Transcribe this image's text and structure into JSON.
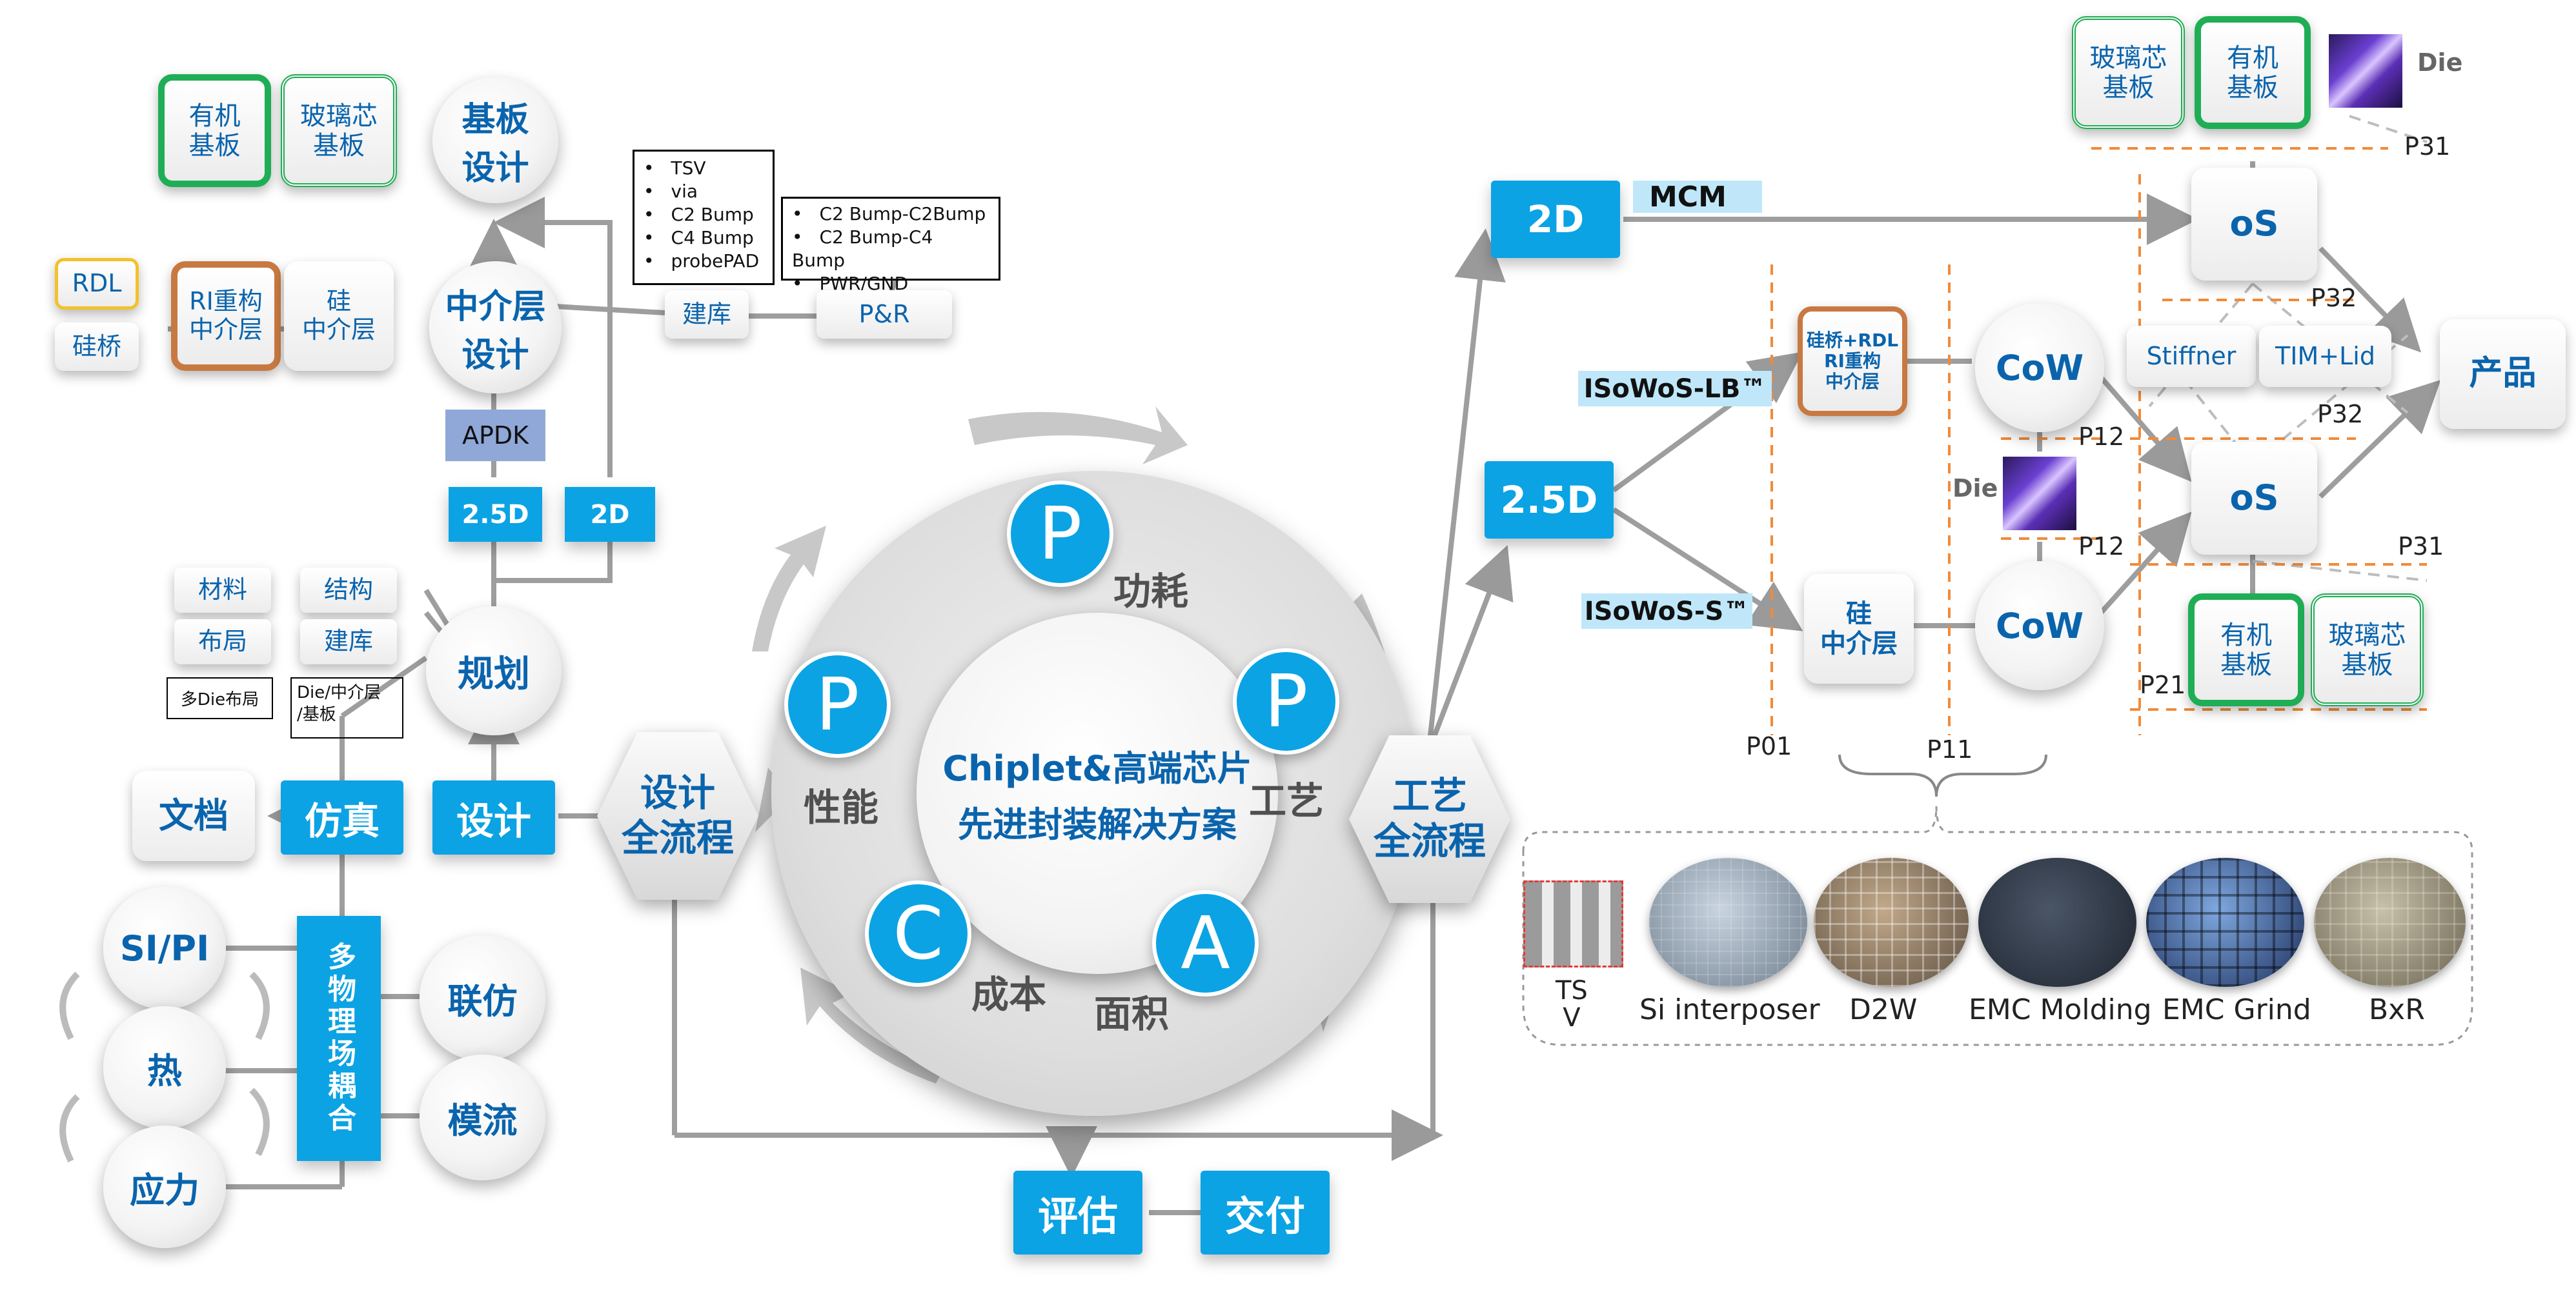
{
  "center": {
    "title": "Chiplet&高端芯片",
    "subtitle": "先进封装解决方案"
  },
  "pillars": [
    {
      "letter": "P",
      "label": "功耗"
    },
    {
      "letter": "P",
      "label": "工艺"
    },
    {
      "letter": "A",
      "label": "面积"
    },
    {
      "letter": "C",
      "label": "成本"
    },
    {
      "letter": "P",
      "label": "性能"
    }
  ],
  "hexagons": {
    "design_flow": "设计\n全流程",
    "process_flow": "工艺\n全流程"
  },
  "bottom": {
    "evaluate": "评估",
    "deliver": "交付"
  },
  "design": {
    "design_btn": "设计",
    "simulation": "仿真",
    "document": "文档",
    "planning": "规划",
    "substrate_design": "基板\n设计",
    "interposer_design": "中介层\n设计",
    "organic_substrate": "有机\n基板",
    "glass_substrate": "玻璃芯\n基板",
    "rdl": "RDL",
    "si_bridge": "硅桥",
    "ri_interposer": "RI重构\n中介层",
    "si_interposer": "硅\n中介层",
    "apdk": "APDK",
    "btn_25d": "2.5D",
    "btn_2d": "2D",
    "material": "材料",
    "structure": "结构",
    "layout": "布局",
    "build_lib": "建库",
    "multi_die_layout": "多Die布局",
    "die_interposer_substrate": "Die/中介层\n/基板",
    "lib_node": "建库",
    "pr_node": "P&R",
    "lib_items": [
      "TSV",
      "via",
      "C2 Bump",
      "C4 Bump",
      "probePAD"
    ],
    "pr_items": [
      "C2 Bump-C2Bump",
      "C2 Bump-C4 Bump",
      "PWR/GND"
    ],
    "multiphysics": "多物理场耦合",
    "si_pi": "SI/PI",
    "thermal": "热",
    "stress": "应力",
    "co_sim": "联仿",
    "mold_flow": "模流"
  },
  "process": {
    "btn_2d": "2D",
    "btn_25d": "2.5D",
    "mcm": "MCM",
    "isowos_lb": "ISoWoS-LB™",
    "isowos_s": "ISoWoS-S™",
    "bridge_rdl": "硅桥+RDL\nRI重构\n中介层",
    "si_interposer": "硅\n中介层",
    "cow": "CoW",
    "os": "oS",
    "product": "产品",
    "stiffner": "Stiffner",
    "tim_lid": "TIM+Lid",
    "glass_substrate": "玻璃芯\n基板",
    "organic_substrate": "有机\n基板",
    "die": "Die",
    "points": {
      "p01": "P01",
      "p11": "P11",
      "p12": "P12",
      "p21": "P21",
      "p31": "P31",
      "p32": "P32"
    }
  },
  "wafers": [
    {
      "label": "TS\nV"
    },
    {
      "label": "Si interposer"
    },
    {
      "label": "D2W"
    },
    {
      "label": "EMC Molding"
    },
    {
      "label": "EMC Grind"
    },
    {
      "label": "BxR"
    }
  ],
  "colors": {
    "accent": "#0ba3e4",
    "text_blue": "#0a64ad",
    "green": "#1fae55",
    "orange": "#c87941",
    "yellow": "#f3c12a",
    "apdk": "#8fa8d8"
  }
}
